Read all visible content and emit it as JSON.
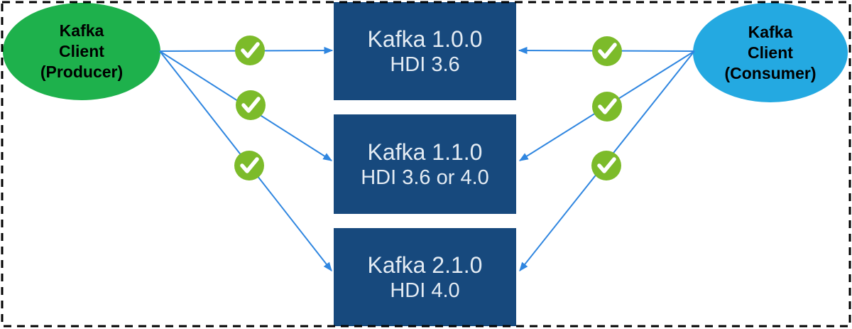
{
  "producer": {
    "line1": "Kafka",
    "line2": "Client",
    "line3": "(Producer)"
  },
  "consumer": {
    "line1": "Kafka",
    "line2": "Client",
    "line3": "(Consumer)"
  },
  "boxes": [
    {
      "title": "Kafka 1.0.0",
      "subtitle": "HDI 3.6"
    },
    {
      "title": "Kafka 1.1.0",
      "subtitle": "HDI 3.6 or 4.0"
    },
    {
      "title": "Kafka 2.1.0",
      "subtitle": "HDI 4.0"
    }
  ],
  "connections": [
    {
      "from": "Kafka Client (Producer)",
      "to": "Kafka 1.0.0 HDI 3.6",
      "status": "compatible"
    },
    {
      "from": "Kafka Client (Producer)",
      "to": "Kafka 1.1.0 HDI 3.6 or 4.0",
      "status": "compatible"
    },
    {
      "from": "Kafka Client (Producer)",
      "to": "Kafka 2.1.0 HDI 4.0",
      "status": "compatible"
    },
    {
      "from": "Kafka Client (Consumer)",
      "to": "Kafka 1.0.0 HDI 3.6",
      "status": "compatible"
    },
    {
      "from": "Kafka Client (Consumer)",
      "to": "Kafka 1.1.0 HDI 3.6 or 4.0",
      "status": "compatible"
    },
    {
      "from": "Kafka Client (Consumer)",
      "to": "Kafka 2.1.0 HDI 4.0",
      "status": "compatible"
    }
  ],
  "icons": {
    "check": "checkmark-in-green-circle"
  },
  "colors": {
    "producer_fill": "#1EB14C",
    "consumer_fill": "#24A9E1",
    "box_fill": "#17497D",
    "box_text": "#E3EBF3",
    "arrow": "#2F86E0",
    "check_fill": "#7CBB2A",
    "check_mark": "#FFFFFF",
    "border": "#000000",
    "node_text": "#000000"
  }
}
